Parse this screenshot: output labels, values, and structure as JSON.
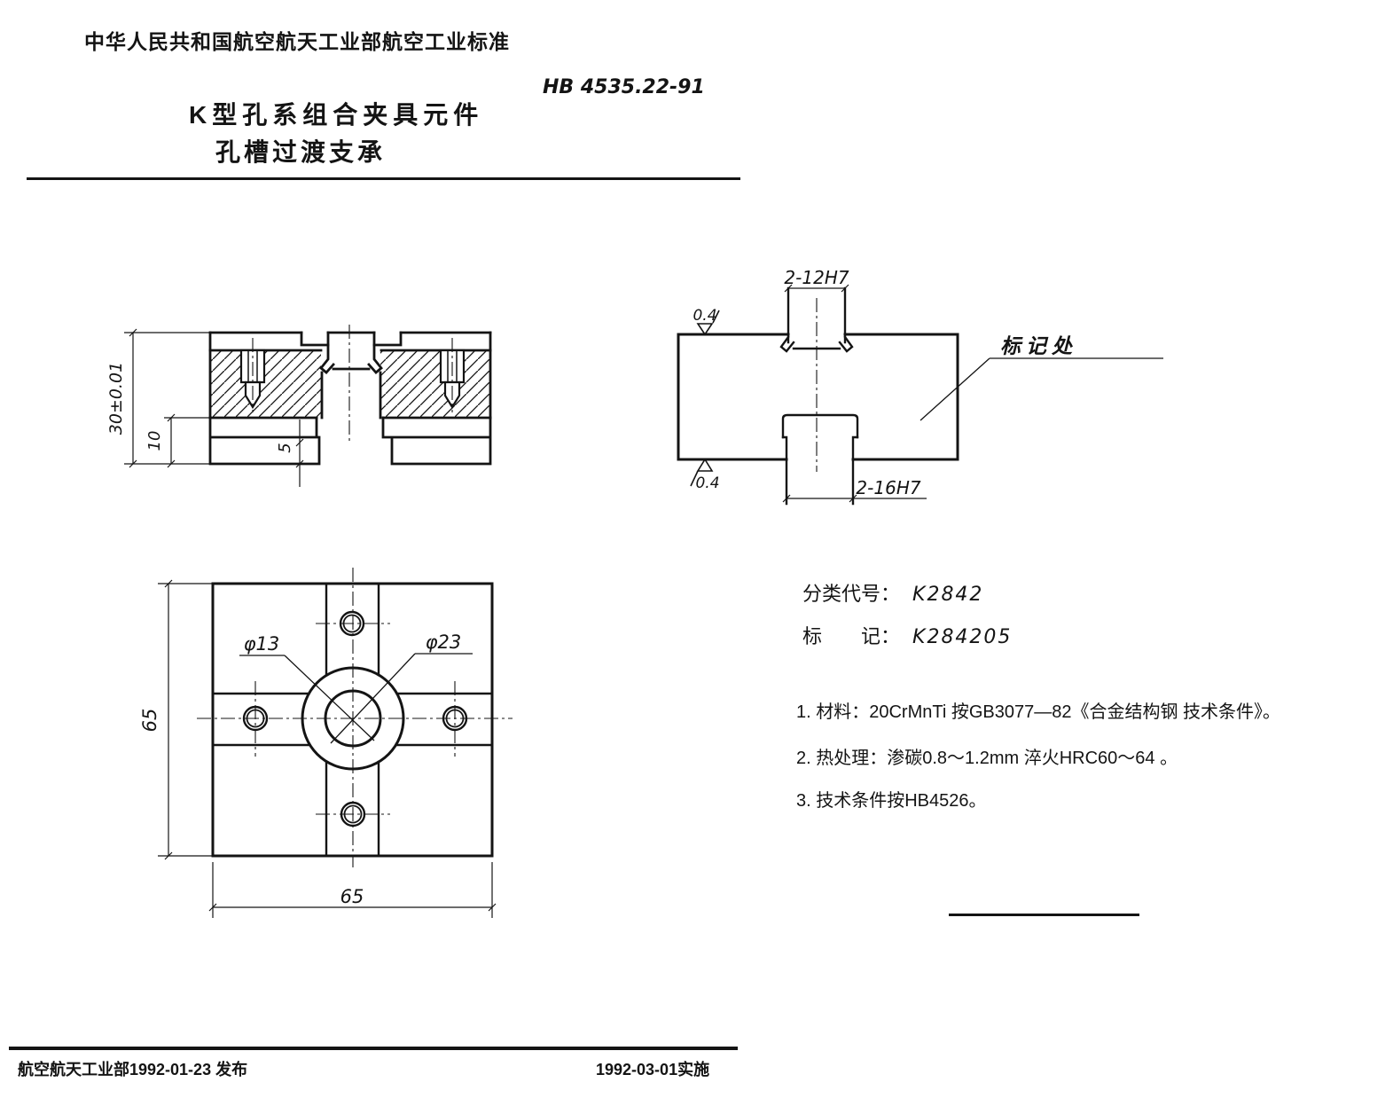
{
  "header": {
    "org_standard": "中华人民共和国航空航天工业部航空工业标准",
    "standard_number": "HB 4535.22-91",
    "title_line1": "K型孔系组合夹具元件",
    "title_line2": "孔槽过渡支承"
  },
  "section_view": {
    "dim_total_height": "30±0.01",
    "dim_base_height": "10",
    "dim_step": "5"
  },
  "side_view": {
    "dim_top_holes": "2-12H7",
    "dim_bottom_holes": "2-16H7",
    "roughness_top": "0.4",
    "roughness_bottom": "0.4",
    "marking_label": "标记处"
  },
  "plan_view": {
    "dim_width": "65",
    "dim_height": "65",
    "dia_small": "φ13",
    "dia_large": "φ23"
  },
  "classification": {
    "class_label": "分类代号：",
    "class_code": "K2842",
    "mark_label": "标　　记：",
    "mark_code": "K284205"
  },
  "notes": [
    "1. 材料：20CrMnTi  按GB3077—82《合金结构钢 技术条件》。",
    "2. 热处理：渗碳0.8～1.2mm  淬火HRC60～64 。",
    "3. 技术条件按HB4526。"
  ],
  "footer": {
    "issue_text": "航空航天工业部1992-01-23 发布",
    "implement_text": "1992-03-01实施"
  },
  "colors": {
    "ink": "#141414",
    "paper": "#ffffff"
  }
}
